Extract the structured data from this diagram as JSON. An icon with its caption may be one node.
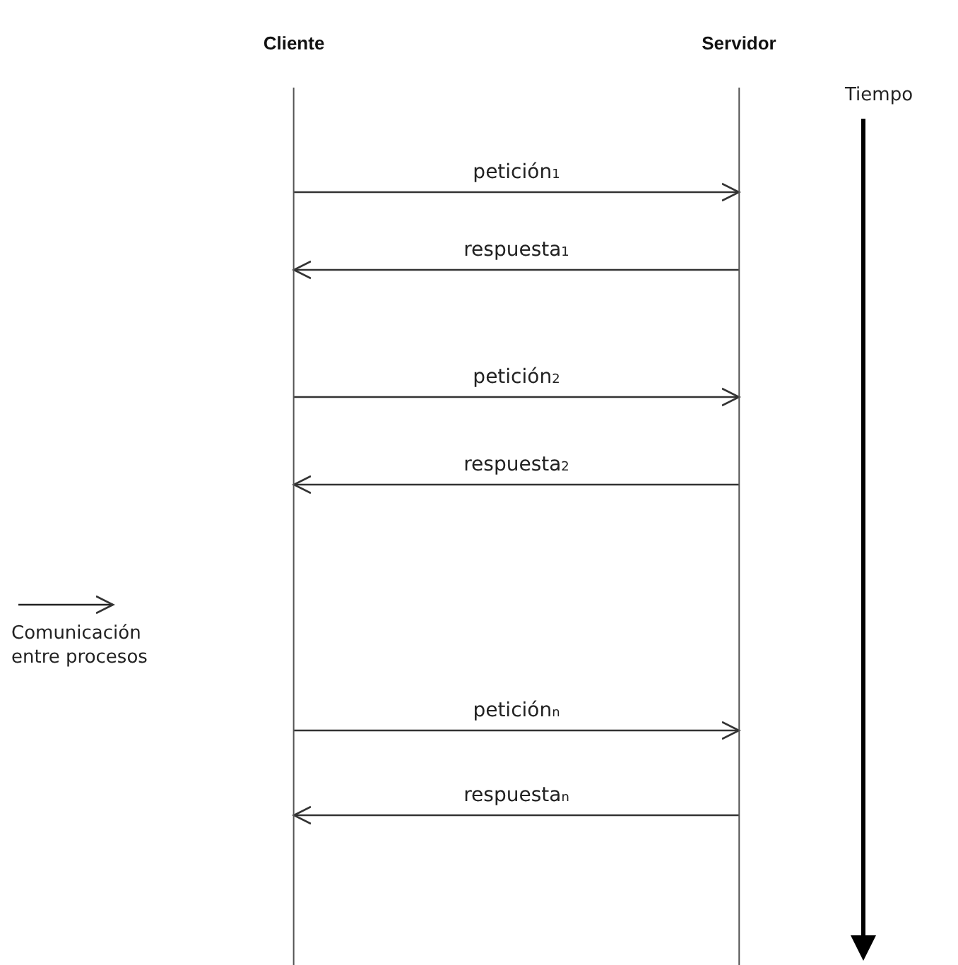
{
  "diagram": {
    "nodes": [
      {
        "text": [
          "Cliente"
        ]
      },
      {
        "text": [
          "Servidor"
        ]
      }
    ],
    "edges": [
      {
        "from": 0,
        "to": 1,
        "arrow": "to",
        "label": "petición$_{1}$"
      },
      {
        "from": 1,
        "to": 0,
        "arrow": "to",
        "label": "respuesta$_{1}$"
      },
      {
        "from": 0,
        "to": 1,
        "arrow": "to",
        "label": "petición$_{2}$"
      },
      {
        "from": 1,
        "to": 0,
        "arrow": "to",
        "label": "respuesta$_{2}$"
      },
      {
        "from": 0,
        "to": 1,
        "arrow": "to",
        "label": "petición$_{n}$"
      },
      {
        "from": 1,
        "to": 0,
        "arrow": "to",
        "label": "respuesta$_{n}$"
      }
    ],
    "labels": [
      "Tiempo"
    ],
    "legend": [
      {
        "text": "Comunicación entre procesos"
      }
    ]
  }
}
